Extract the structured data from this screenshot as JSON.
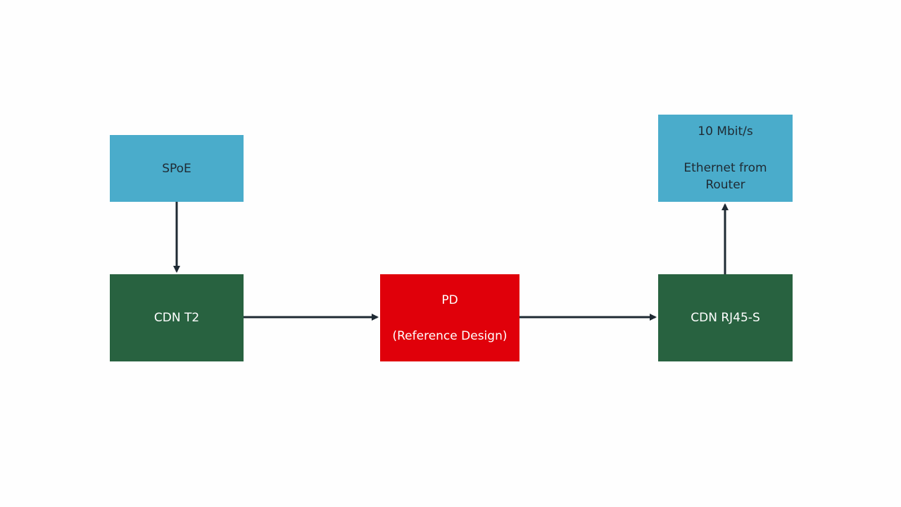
{
  "diagram": {
    "nodes": {
      "spoe": {
        "label": "SPoE",
        "color": "#4aaccb"
      },
      "cdn_t2": {
        "label": "CDN T2",
        "color": "#286240"
      },
      "pd": {
        "title": "PD",
        "subtitle": "(Reference Design)",
        "color": "#e0000a"
      },
      "cdn_rj45s": {
        "label": "CDN RJ45-S",
        "color": "#286240"
      },
      "ethernet": {
        "line1": "10 Mbit/s",
        "line2": "Ethernet from",
        "line3": "Router",
        "color": "#4aaccb"
      }
    },
    "edges": [
      {
        "from": "SPoE",
        "to": "CDN T2"
      },
      {
        "from": "CDN T2",
        "to": "PD"
      },
      {
        "from": "PD",
        "to": "CDN RJ45-S"
      },
      {
        "from": "CDN RJ45-S",
        "to": "10 Mbit/s Ethernet from Router"
      }
    ],
    "arrow_color": "#1f2a33"
  }
}
